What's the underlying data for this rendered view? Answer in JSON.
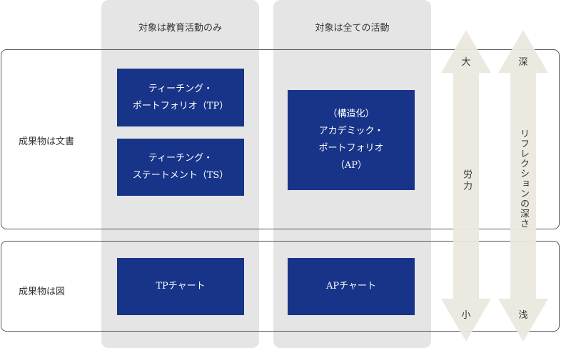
{
  "columns": [
    {
      "label": "対象は教育活動のみ"
    },
    {
      "label": "対象は全ての活動"
    }
  ],
  "rows": [
    {
      "label": "成果物は文書"
    },
    {
      "label": "成果物は図"
    }
  ],
  "boxes": {
    "tp": "ティーチング・\nポートフォリオ（TP）",
    "ts": "ティーチング・\nステートメント（TS）",
    "ap": "（構造化）\nアカデミック・\nポートフォリオ\n（AP）",
    "tp_chart": "TPチャート",
    "ap_chart": "APチャート"
  },
  "effort_arrow": {
    "top": "大",
    "middle": "労力",
    "bottom": "小"
  },
  "reflection_arrow": {
    "top": "深",
    "middle": "リフレクションの深さ",
    "bottom": "浅"
  },
  "colors": {
    "box": "#173488",
    "column": "#e5e5e5",
    "arrow": "#eae8de"
  }
}
